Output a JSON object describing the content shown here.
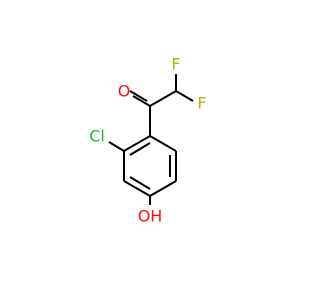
{
  "molecule": {
    "atoms": {
      "oxygen_carbonyl": {
        "label": "O",
        "color": "#ff0d0d"
      },
      "fluorine_1": {
        "label": "F",
        "color": "#b4b400"
      },
      "fluorine_2": {
        "label": "F",
        "color": "#b4b400"
      },
      "chlorine": {
        "label": "Cl",
        "color": "#1fba1f"
      },
      "hydroxyl": {
        "label": "OH",
        "color": "#ff0d0d"
      }
    },
    "bond_color": "#000000"
  }
}
